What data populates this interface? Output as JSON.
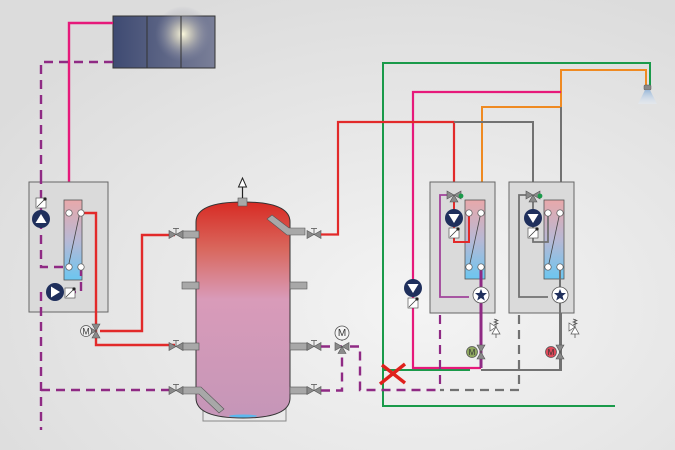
{
  "diagram": {
    "type": "solar-thermal-buffer-storage-hydraulic-schematic",
    "colors": {
      "background_light": "#efefef",
      "background_dark": "#dedede",
      "solar_flow": "#e6197a",
      "solar_return": "#8f2a84",
      "heating_flow": "#e22a2a",
      "heating_return_dashed": "#8f2a84",
      "dhw_hot": "#ef8a22",
      "cold_water": "#1a9a4a",
      "circulation": "#e6197a",
      "grey_line": "#727272",
      "pump_fill": "#1f2f5c",
      "tank_top": "#d82b24",
      "tank_bottom": "#c796b8",
      "error_cross": "#e0201c",
      "motor_green": "#8fa860",
      "motor_red": "#e04a5a",
      "valve_green_dot": "#1a9a4a"
    },
    "components": {
      "solar_collector": {
        "label": "solar-collector",
        "panels": 3
      },
      "solar_station": {
        "label": "solar-station",
        "pumps": 2
      },
      "buffer_tank": {
        "label": "buffer-tank",
        "vent": true
      },
      "mixing_valve_solar": {
        "motor_label": "M"
      },
      "mixing_valve_tank": {
        "motor_label": "M"
      },
      "fresh_water_station_1": {
        "label": "fresh-water-station-1",
        "motor_label": "M",
        "motor_state": "green"
      },
      "fresh_water_station_2": {
        "label": "fresh-water-station-2",
        "motor_label": "M",
        "motor_state": "red"
      },
      "circulation_pump": {
        "label": "circulation-pump"
      },
      "shower_head": {
        "label": "tap-outlet"
      },
      "error_marker": {
        "label": "disconnected-cross"
      }
    },
    "labels": {
      "motor_m": "M"
    }
  }
}
